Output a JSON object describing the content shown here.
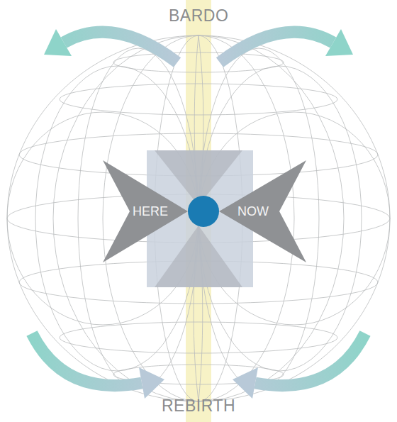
{
  "diagram": {
    "nodes": [
      {
        "text": [
          "HERE"
        ]
      },
      {
        "text": [
          "NOW"
        ]
      }
    ],
    "labels": [
      "BARDO",
      "REBIRTH"
    ]
  }
}
